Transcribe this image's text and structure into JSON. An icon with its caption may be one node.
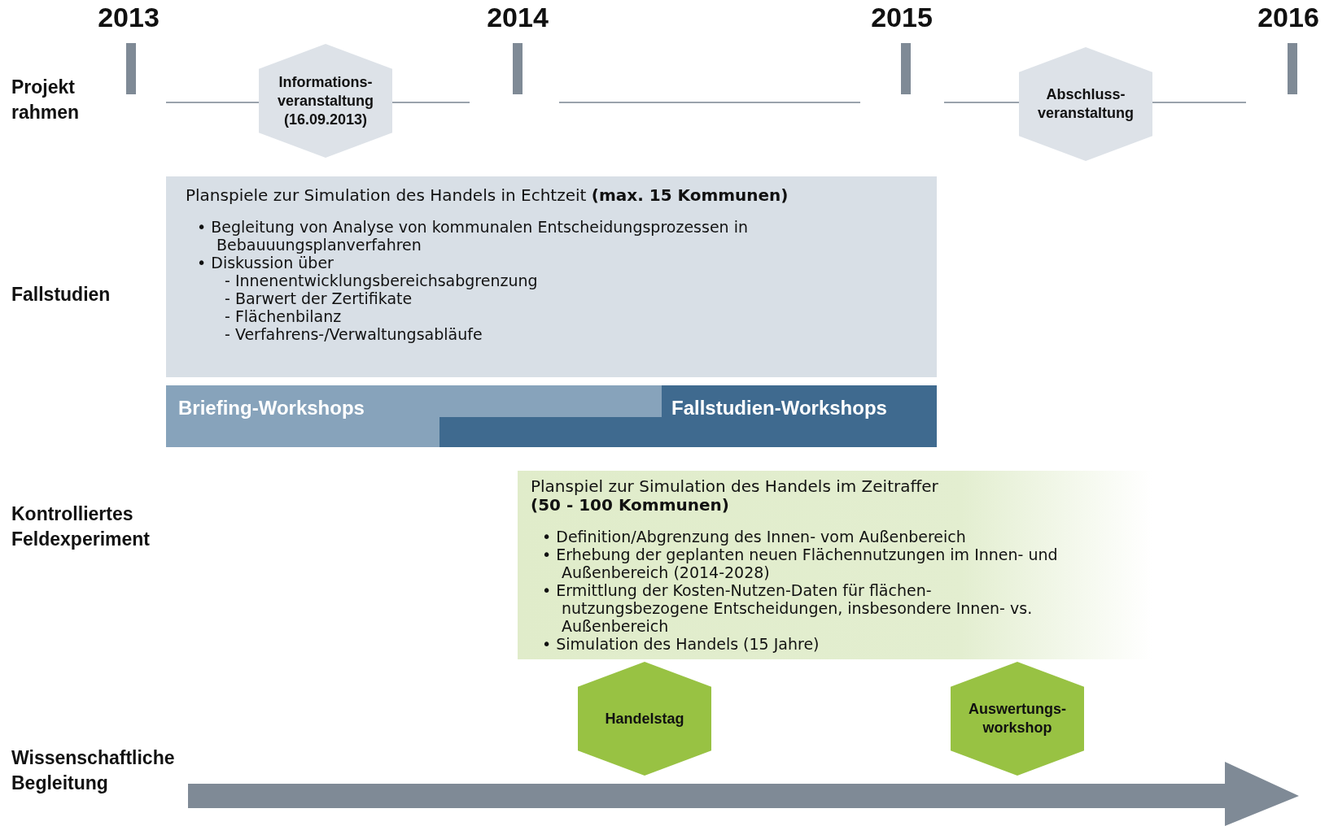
{
  "diagram": {
    "nodes": [
      {
        "text": [
          "Informations-veranstaltung (16.09.2013)"
        ]
      },
      {
        "text": [
          "Abschluss-veranstaltung"
        ]
      },
      {
        "text": [
          "Planspiele zur Simulation des Handels in Echtzeit **(max. 15 Kommunen)**",
          "• Begleitung von Analyse von kommunalen Entscheidungsprozessen in Bebauuungsplanverfahren",
          "• Diskussion über",
          "- Innenentwicklungsbereichsabgrenzung",
          "- Barwert der Zertifikate",
          "- Flächenbilanz",
          "- Verfahrens-/Verwaltungsabläufe"
        ]
      },
      {
        "text": [
          "Briefing-Workshops"
        ]
      },
      {
        "text": [
          "Fallstudien-Workshops"
        ]
      },
      {
        "text": [
          "Planspiel zur Simulation des Handels im Zeitraffer **(50 - 100 Kommunen)**",
          "• Definition/Abgrenzung des Innen- vom Außenbereich",
          "• Erhebung der geplanten neuen Flächennutzungen im Innen- und Außenbereich (2014-2028)",
          "• Ermittlung der Kosten-Nutzen-Daten für flächen-nutzungsbezogene Entscheidungen, insbesondere Innen- vs. Außenbereich",
          "• Simulation des Handels (15 Jahre)"
        ]
      },
      {
        "text": [
          "Handelstag"
        ]
      },
      {
        "text": [
          "Auswertungs-workshop"
        ]
      }
    ],
    "labels": [
      "2013",
      "2014",
      "2015",
      "2016",
      "Projekt rahmen",
      "Fallstudien",
      "Kontrolliertes Feldexperiment",
      "Wissenschaftliche Begleitung"
    ]
  }
}
